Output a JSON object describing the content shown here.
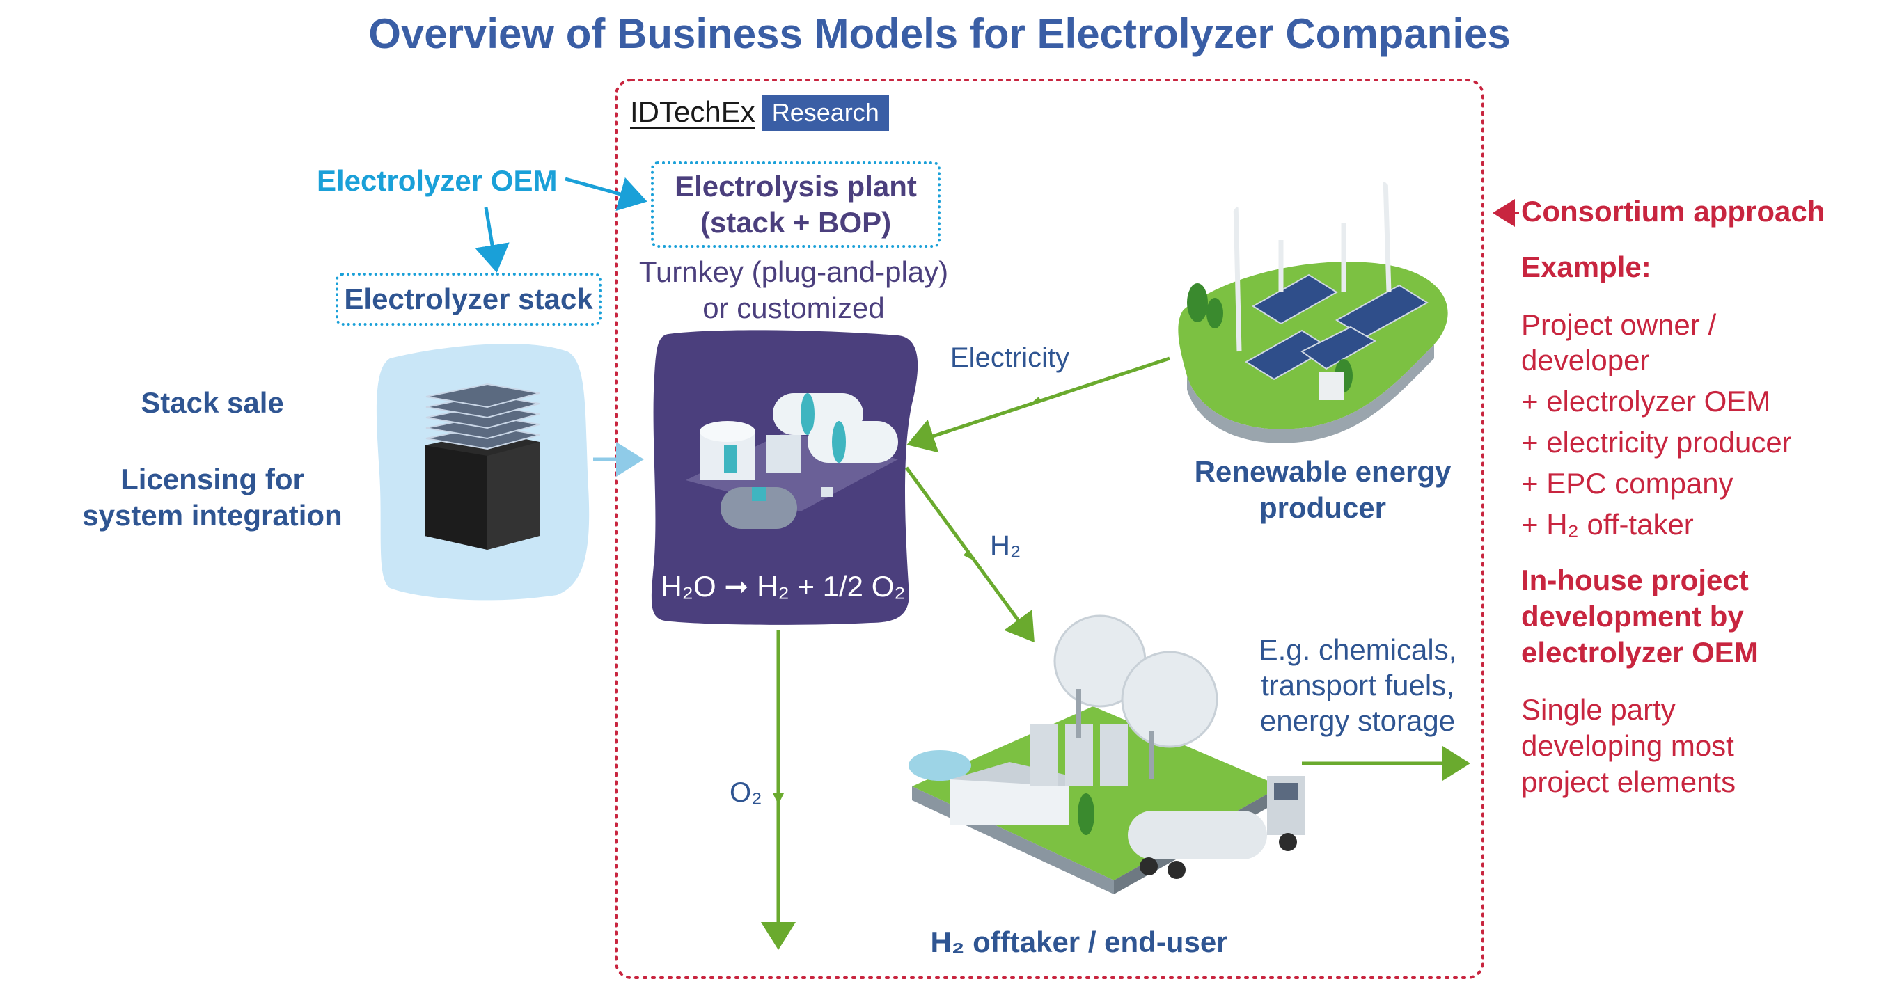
{
  "title": "Overview of Business Models for Electrolyzer Companies",
  "brand": {
    "name": "IDTechEx",
    "tag": "Research"
  },
  "left": {
    "oem": "Electrolyzer OEM",
    "stack_box": "Electrolyzer stack",
    "stack_sale": "Stack sale",
    "licensing_line1": "Licensing for",
    "licensing_line2": "system integration"
  },
  "plant": {
    "box_line1": "Electrolysis plant",
    "box_line2": "(stack + BOP)",
    "turnkey_line1": "Turnkey (plug-and-play)",
    "turnkey_line2": "or customized",
    "equation": "H₂O ➞ H₂ + 1/2 O₂"
  },
  "flows": {
    "electricity": "Electricity",
    "h2": "H₂",
    "o2": "O₂",
    "uses_line1": "E.g. chemicals,",
    "uses_line2": "transport fuels,",
    "uses_line3": "energy storage"
  },
  "renewable": {
    "line1": "Renewable energy",
    "line2": "producer"
  },
  "offtaker": "H₂ offtaker / end-user",
  "right": {
    "consortium": "Consortium approach",
    "example": "Example:",
    "items": [
      "Project owner /",
      "developer",
      "+ electrolyzer OEM",
      "+ electricity producer",
      "+ EPC company",
      "+ H₂ off-taker"
    ],
    "inhouse_line1": "In-house project",
    "inhouse_line2": "development by",
    "inhouse_line3": "electrolyzer OEM",
    "single_line1": "Single party",
    "single_line2": "developing most",
    "single_line3": "project elements"
  },
  "colors": {
    "title": "#3a5ea5",
    "accent_red": "#c8253f",
    "cyan": "#1aa0d8",
    "arrow_green": "#6aaa2e",
    "plant_bg": "#4b3f7d"
  }
}
